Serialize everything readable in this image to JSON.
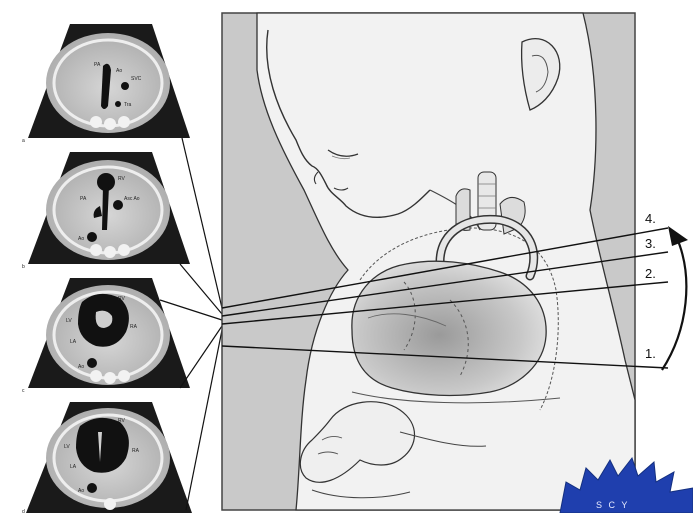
{
  "planes": [
    {
      "label": "4."
    },
    {
      "label": "3."
    },
    {
      "label": "2."
    },
    {
      "label": "1."
    }
  ],
  "ultrasound_panels": [
    {
      "letter": "a",
      "labels": [
        "PA",
        "Ao",
        "SVC",
        "Tra"
      ]
    },
    {
      "letter": "b",
      "labels": [
        "RV",
        "PA",
        "Asc Ao",
        "Ao"
      ]
    },
    {
      "letter": "c",
      "labels": [
        "RV",
        "LV",
        "RA",
        "LA",
        "Ao"
      ]
    },
    {
      "letter": "d",
      "labels": [
        "RV",
        "LV",
        "RA",
        "LA",
        "Ao"
      ]
    }
  ],
  "badge": {
    "text": "S C Y"
  }
}
